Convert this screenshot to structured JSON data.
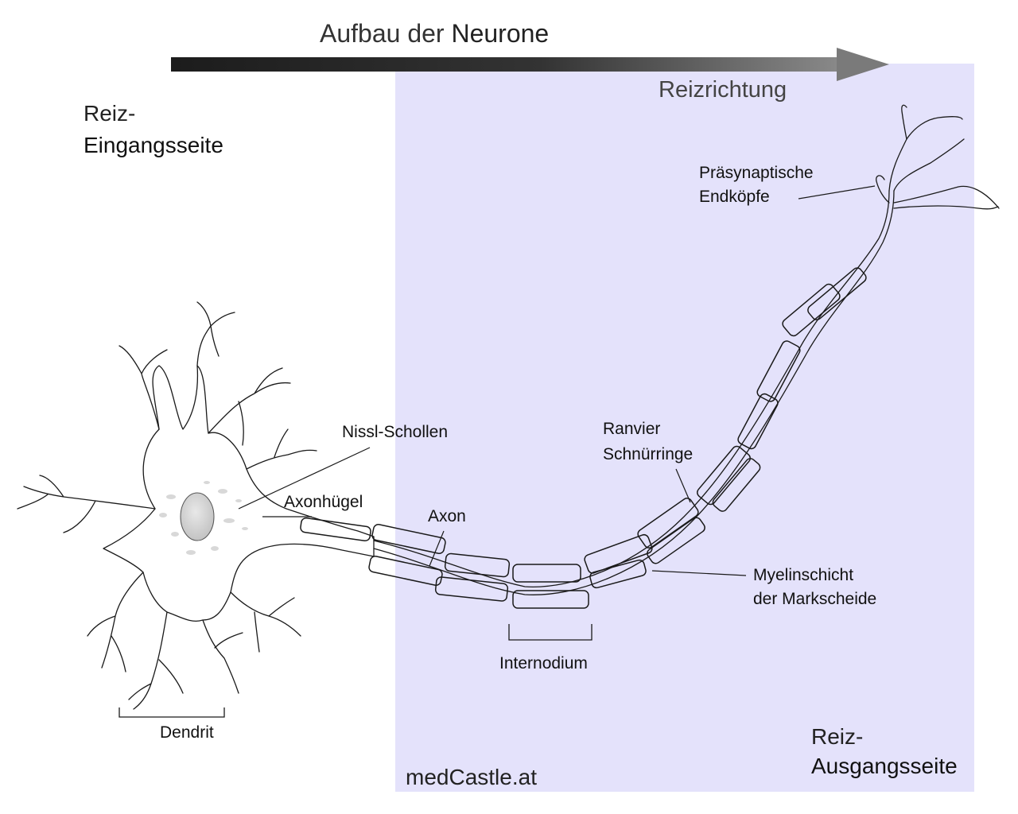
{
  "title": {
    "prefix": "Aufbau der",
    "emphasis": "Neurone"
  },
  "direction_label": "Reizrichtung",
  "input_side": {
    "line1": "Reiz-",
    "line2": "Eingangsseite"
  },
  "output_side": {
    "line1": "Reiz-",
    "line2": "Ausgangsseite"
  },
  "labels": {
    "nissl": "Nissl-Schollen",
    "axonhuegel": "Axonhügel",
    "axon": "Axon",
    "ranvier_1": "Ranvier",
    "ranvier_2": "Schnürringe",
    "endkoepfe_1": "Präsynaptische",
    "endkoepfe_2": "Endköpfe",
    "myelin_1": "Myelinschicht",
    "myelin_2": "der Markscheide",
    "internodium": "Internodium",
    "dendrit": "Dendrit"
  },
  "brand": {
    "prefix": "med",
    "name": "Castle.",
    "suffix": "at"
  },
  "colors": {
    "output_panel": "#e4e2fb",
    "line": "#1a1a1a",
    "nucleus": "#cfcfcf"
  }
}
